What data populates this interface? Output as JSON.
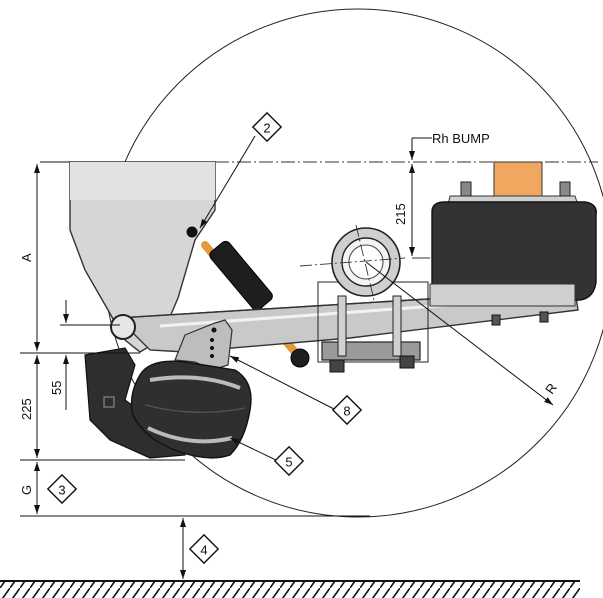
{
  "labels": {
    "rh_bump": "Rh BUMP",
    "dim_215": "215",
    "dim_a": "A",
    "dim_55": "55",
    "dim_225": "225",
    "dim_g": "G",
    "radius": "R"
  },
  "callouts": [
    "2",
    "8",
    "5",
    "3",
    "4"
  ],
  "colors": {
    "hanger": "#d4d4d4",
    "airbag": "#3a3a3a",
    "shock_body": "#1e1e1e",
    "shock_rod": "#e39a3a",
    "plate_top": "#f0a860",
    "bracket": "#333333",
    "line": "#111111"
  }
}
